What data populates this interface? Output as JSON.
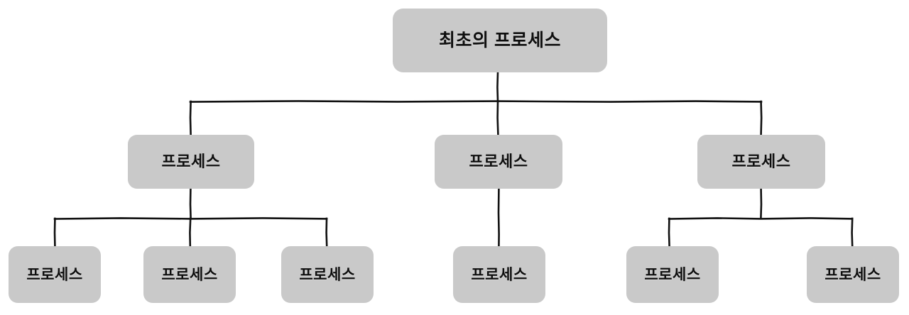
{
  "diagram": {
    "type": "process-hierarchy-tree",
    "title_node_label": "최초의 프로세스",
    "child_node_label": "프로세스",
    "colors": {
      "node_fill": "#c9c9c9",
      "connector": "#111111",
      "text": "#0e0e0e",
      "background": "#ffffff"
    },
    "root": {
      "label": "최초의 프로세스",
      "level": 0
    },
    "level2": [
      {
        "label": "프로세스",
        "index": 0
      },
      {
        "label": "프로세스",
        "index": 1
      },
      {
        "label": "프로세스",
        "index": 2
      }
    ],
    "level3": [
      {
        "label": "프로세스",
        "index": 0,
        "parent": 0
      },
      {
        "label": "프로세스",
        "index": 1,
        "parent": 0
      },
      {
        "label": "프로세스",
        "index": 2,
        "parent": 0
      },
      {
        "label": "프로세스",
        "index": 3,
        "parent": 1
      },
      {
        "label": "프로세스",
        "index": 4,
        "parent": 2
      },
      {
        "label": "프로세스",
        "index": 5,
        "parent": 2
      }
    ]
  }
}
